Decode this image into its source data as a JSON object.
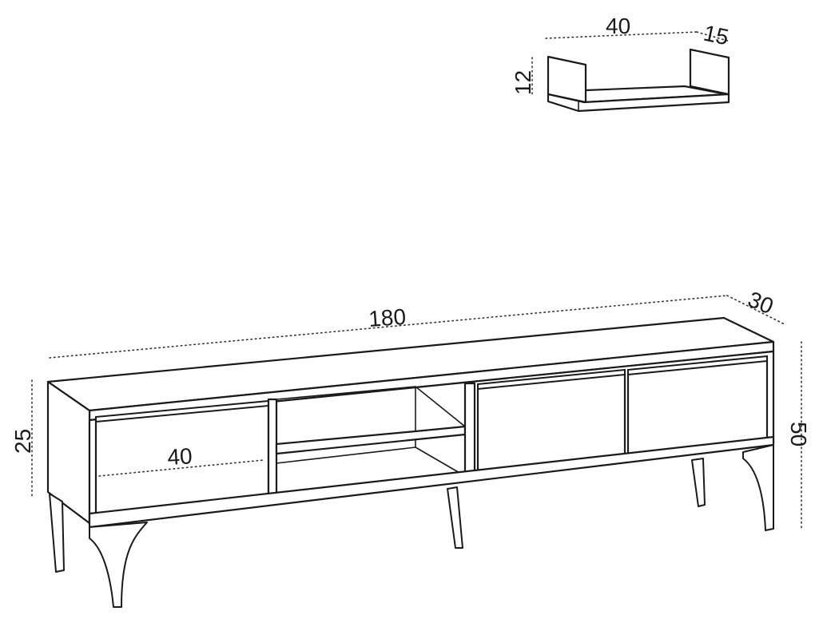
{
  "dimensions": {
    "shelf_width": "40",
    "shelf_depth": "15",
    "shelf_height": "12",
    "cabinet_width": "180",
    "cabinet_depth": "30",
    "cabinet_body_height": "25",
    "cabinet_total_height": "50",
    "drawer_width": "40"
  }
}
